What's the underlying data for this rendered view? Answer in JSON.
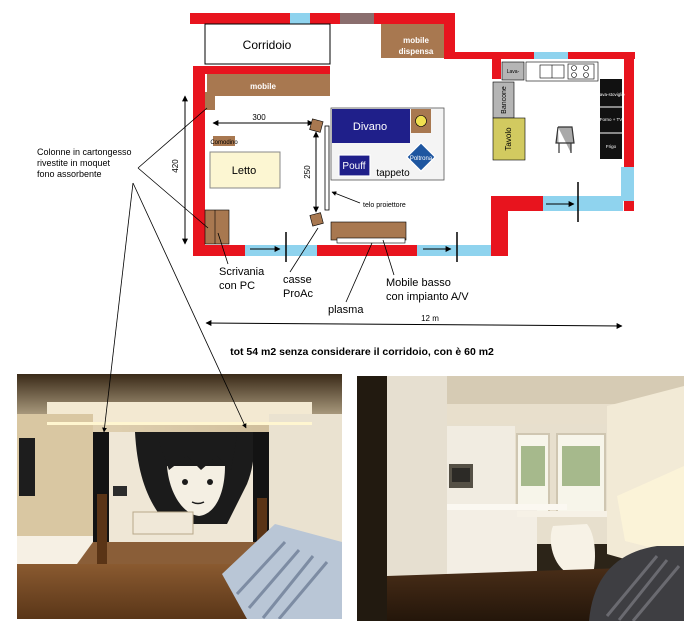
{
  "plan": {
    "rooms": {
      "corridor": "Corridoio",
      "pantry_unit": [
        "mobile",
        "dispensa"
      ],
      "cabinet": "mobile",
      "bed": "Letto",
      "small_box": "Comodino",
      "sofa": "Divano",
      "pouf": "Pouff",
      "armchair": "Poltrona",
      "rug": "tappeto",
      "bench": "Bancone",
      "table": "Tavolo",
      "kitchen_units": [
        "Lava-stoviglie",
        "Forno + TV",
        "Frigo"
      ]
    },
    "dimensions": {
      "width_300": "300",
      "height_420": "420",
      "height_250": "250",
      "total_length": "12 m"
    },
    "annotations": {
      "columns": [
        "Colonne in cartongesso",
        "rivestite in moquet",
        "fono assorbente"
      ],
      "projector_screen": "telo proiettore",
      "desk": [
        "Scrivania",
        "con PC"
      ],
      "speakers": [
        "casse",
        "ProAc"
      ],
      "plasma": "plasma",
      "low_unit": [
        "Mobile basso",
        "con impianto A/V"
      ]
    },
    "summary": "tot 54 m2 senza considerare il corridoio, con è 60 m2"
  },
  "colors": {
    "wall": "#e8141e",
    "window": "#8fd3ee",
    "wood": "#a87850",
    "sofa_blue": "#1f1f8a",
    "armchair_blue": "#1e56a0",
    "bed_cream": "#fcf6d2",
    "table_olive": "#d2ca60",
    "counter_grey": "#b5b5b5"
  }
}
